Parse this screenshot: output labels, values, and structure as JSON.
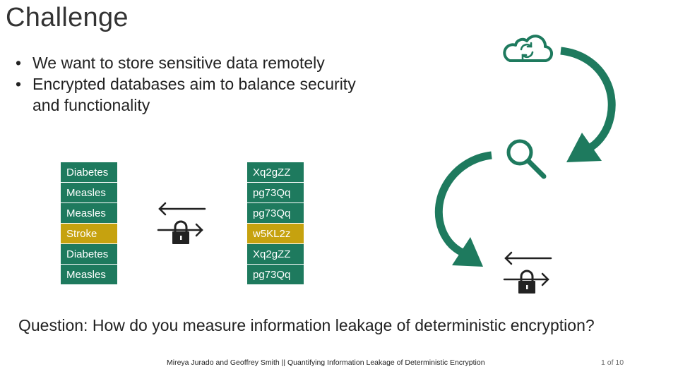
{
  "slide": {
    "title": "Challenge",
    "bullets": [
      "We want to store sensitive data remotely",
      "Encrypted databases aim to balance security and functionality"
    ],
    "bullet_symbol": "•",
    "plaintext_column": [
      "Diabetes",
      "Measles",
      "Measles",
      "Stroke",
      "Diabetes",
      "Measles"
    ],
    "ciphertext_column": [
      "Xq2gZZ",
      "pg73Qq",
      "pg73Qq",
      "w5KL2z",
      "Xq2gZZ",
      "pg73Qq"
    ],
    "question": "Question: How do you measure information leakage of deterministic encryption?",
    "footer": "Mireya Jurado and Geoffrey Smith || Quantifying Information Leakage of Deterministic Encryption",
    "page_number": "1 of 10"
  },
  "colors": {
    "green": "#1e7a5e",
    "gold": "#c6a20f",
    "icon_green": "#1e7a5e"
  },
  "icons": [
    "cloud-sync-icon",
    "search-icon",
    "exchange-lock-icon",
    "curved-arrow-icon"
  ]
}
